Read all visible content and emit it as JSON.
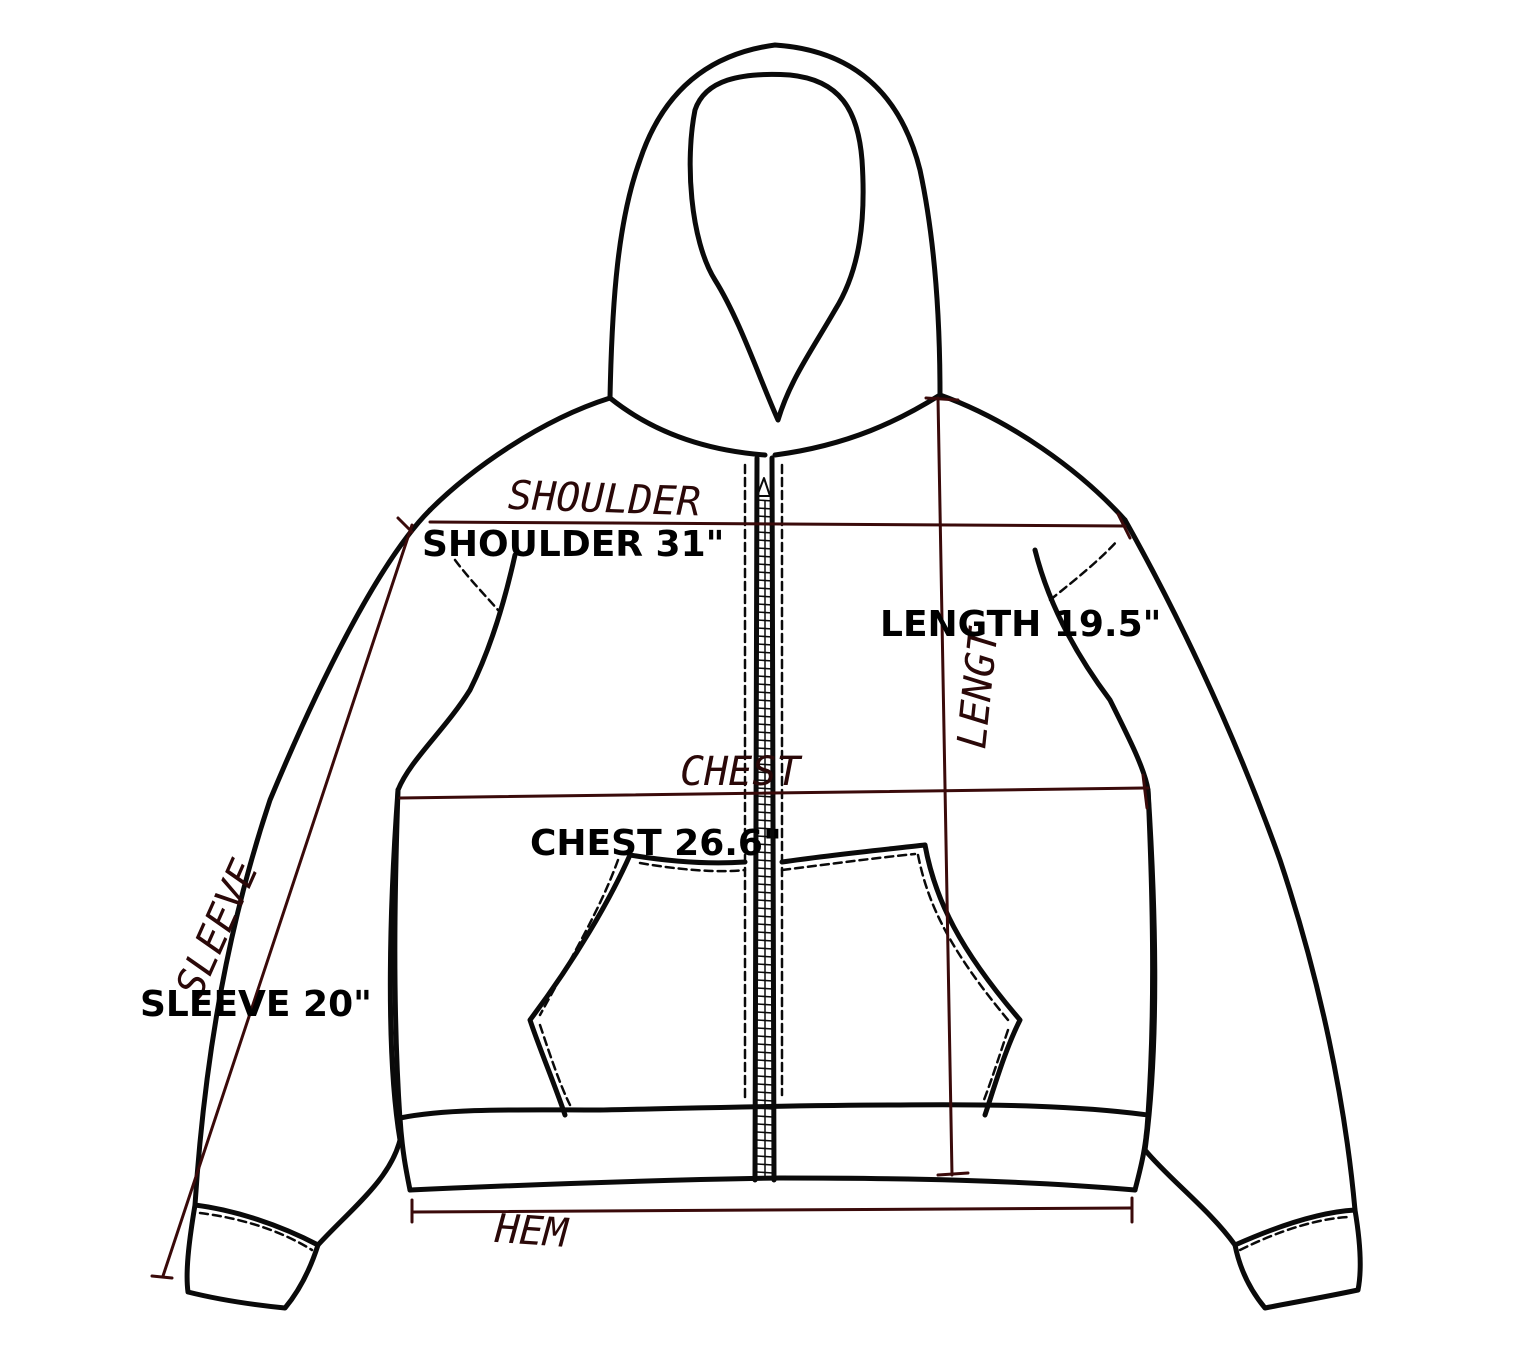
{
  "handwritten_labels": {
    "shoulder": "SHOULDER",
    "chest": "CHEST",
    "length": "LENGT",
    "sleeve": "SLEEVE",
    "hem": "HEM"
  },
  "measurements": {
    "shoulder": "SHOULDER 31\"",
    "length": "LENGTH 19.5\"",
    "chest": "CHEST 26.6\"",
    "sleeve": "SLEEVE 20\""
  },
  "colors": {
    "outline": "#0a0a0a",
    "measure_line": "#3a0a0a",
    "label_text": "#000000"
  }
}
